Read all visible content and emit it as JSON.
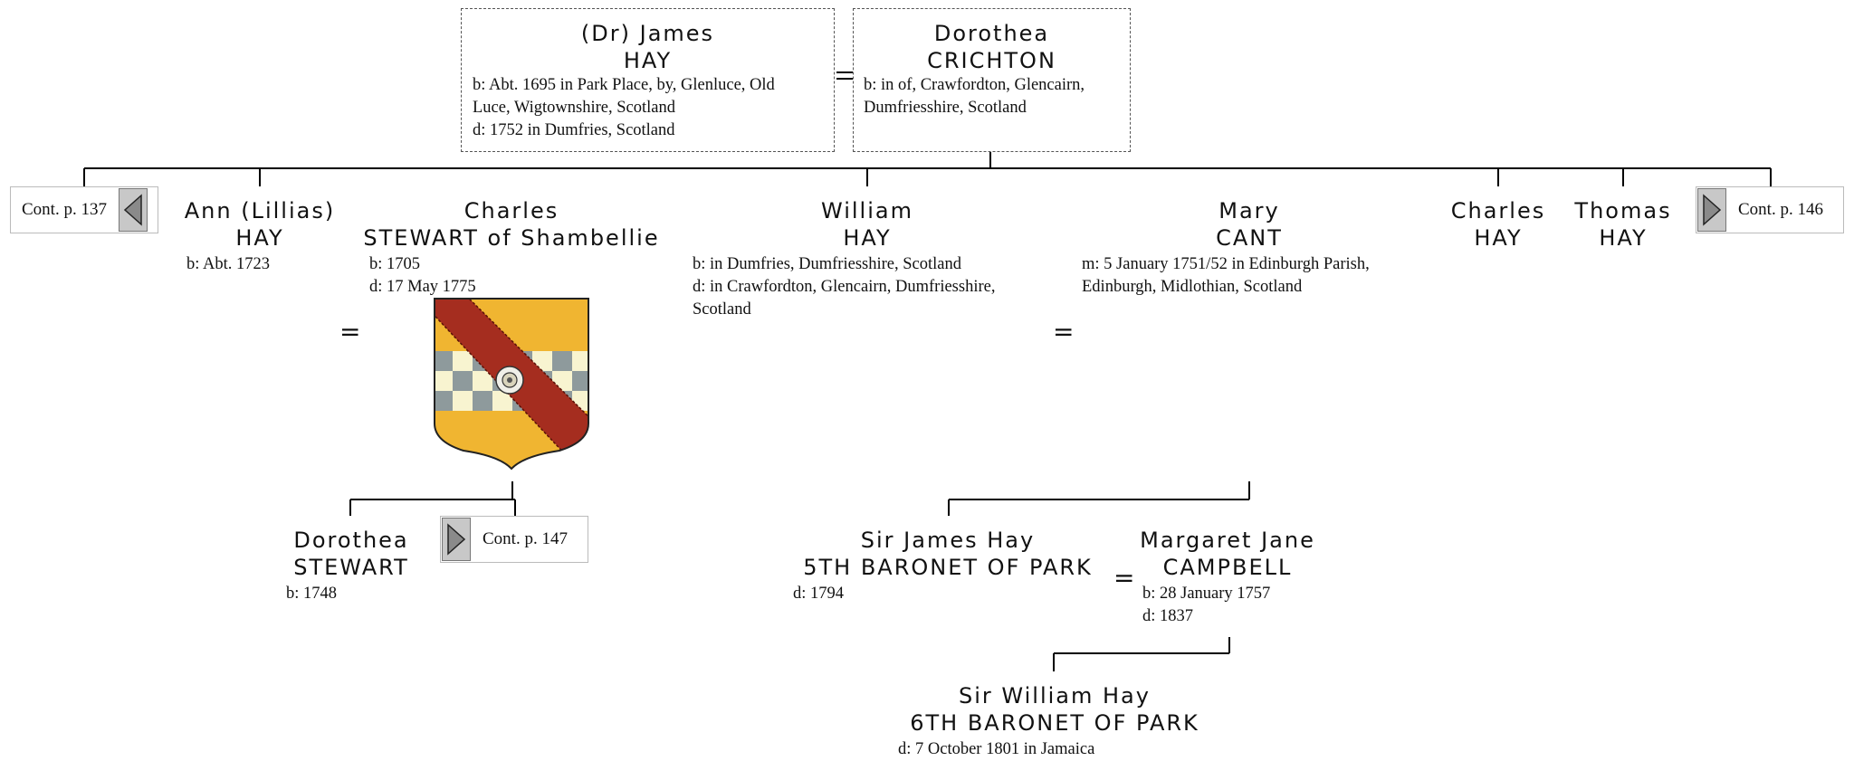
{
  "parents": {
    "father": {
      "given": "(Dr) James",
      "surname": "HAY",
      "birth": "b: Abt. 1695 in Park Place, by, Glenluce, Old Luce, Wigtownshire, Scotland",
      "birth_l1": "b: Abt. 1695 in Park Place, by, Glenluce, Old",
      "birth_l2": "Luce, Wigtownshire, Scotland",
      "death": "d: 1752 in Dumfries, Scotland"
    },
    "mother": {
      "given": "Dorothea",
      "surname": "CRICHTON",
      "birth_l1": "b: in of, Crawfordton, Glencairn,",
      "birth_l2": "Dumfriesshire, Scotland"
    }
  },
  "children": {
    "ann": {
      "given": "Ann (Lillias)",
      "surname": "HAY",
      "birth": "b: Abt. 1723"
    },
    "charles_stewart": {
      "given": "Charles",
      "surname": "STEWART of Shambellie",
      "birth": "b: 1705",
      "death": "d: 17 May 1775"
    },
    "william": {
      "given": "William",
      "surname": "HAY",
      "birth": "b: in Dumfries, Dumfriesshire, Scotland",
      "death_l1": "d: in Crawfordton, Glencairn, Dumfriesshire,",
      "death_l2": "Scotland"
    },
    "mary": {
      "given": "Mary",
      "surname": "CANT",
      "marriage_l1": "m: 5 January 1751/52 in Edinburgh Parish,",
      "marriage_l2": "Edinburgh, Midlothian, Scotland"
    },
    "charles_hay": {
      "given": "Charles",
      "surname": "HAY"
    },
    "thomas": {
      "given": "Thomas",
      "surname": "HAY"
    }
  },
  "grandchildren": {
    "dorothea_stewart": {
      "given": "Dorothea",
      "surname": "STEWART",
      "birth": "b: 1748"
    },
    "sir_james": {
      "given": "Sir James Hay",
      "surname": "5TH BARONET OF PARK",
      "death": "d: 1794"
    },
    "margaret": {
      "given": "Margaret Jane",
      "surname": "CAMPBELL",
      "birth": "b: 28 January 1757",
      "death": "d: 1837"
    }
  },
  "great_grandchildren": {
    "sir_william": {
      "given": "Sir William Hay",
      "surname": "6TH BARONET OF PARK",
      "death": "d: 7 October 1801 in Jamaica"
    }
  },
  "cont_links": {
    "left": "Cont. p. 137",
    "right": "Cont. p. 146",
    "dorothea": "Cont. p. 147"
  },
  "marriage_symbol": "=",
  "colors": {
    "line": "#000000",
    "dashed_box": "#555555",
    "shield_gold": "#f0b531",
    "bend_red": "#a52d1f",
    "check_grey": "#8e9a9c",
    "check_cream": "#f8f4d0"
  }
}
